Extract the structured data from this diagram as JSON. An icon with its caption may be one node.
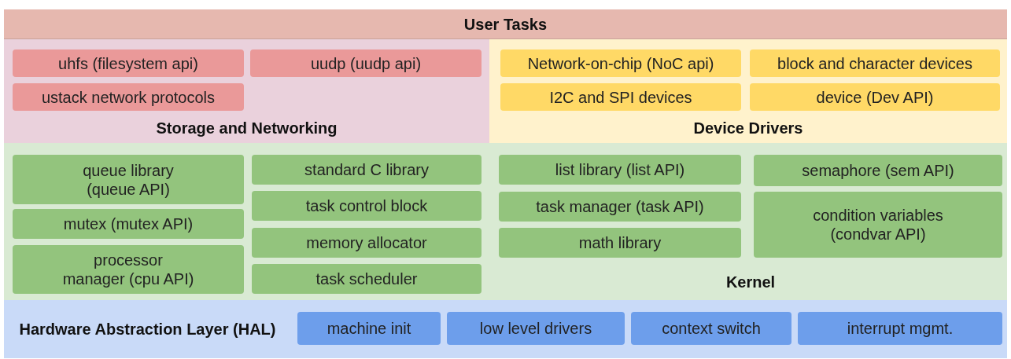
{
  "diagram": {
    "nodes": [
      {
        "text": [
          "User Tasks"
        ]
      },
      {
        "text": [
          "Storage and Networking"
        ]
      },
      {
        "text": [
          "uhfs (filesystem api)"
        ],
        "in": 1
      },
      {
        "text": [
          "uudp (uudp api)"
        ],
        "in": 1
      },
      {
        "text": [
          "ustack network protocols"
        ],
        "in": 1
      },
      {
        "text": [
          "Device Drivers"
        ]
      },
      {
        "text": [
          "Network-on-chip (NoC api)"
        ],
        "in": 5
      },
      {
        "text": [
          "block and character devices"
        ],
        "in": 5
      },
      {
        "text": [
          "I2C and SPI devices"
        ],
        "in": 5
      },
      {
        "text": [
          "device (Dev API)"
        ],
        "in": 5
      },
      {
        "text": [
          "Kernel"
        ]
      },
      {
        "text": [
          "queue library (queue API)"
        ],
        "in": 10
      },
      {
        "text": [
          "standard C library"
        ],
        "in": 10
      },
      {
        "text": [
          "list library (list API)"
        ],
        "in": 10
      },
      {
        "text": [
          "semaphore (sem API)"
        ],
        "in": 10
      },
      {
        "text": [
          "mutex (mutex API)"
        ],
        "in": 10
      },
      {
        "text": [
          "task control block"
        ],
        "in": 10
      },
      {
        "text": [
          "task manager (task API)"
        ],
        "in": 10
      },
      {
        "text": [
          "condition variables (condvar API)"
        ],
        "in": 10
      },
      {
        "text": [
          "processor manager (cpu API)"
        ],
        "in": 10
      },
      {
        "text": [
          "memory allocator"
        ],
        "in": 10
      },
      {
        "text": [
          "math library"
        ],
        "in": 10
      },
      {
        "text": [
          "task scheduler"
        ],
        "in": 10
      },
      {
        "text": [
          "Hardware Abstraction Layer (HAL)"
        ]
      },
      {
        "text": [
          "machine init"
        ],
        "in": 23
      },
      {
        "text": [
          "low level drivers"
        ],
        "in": 23
      },
      {
        "text": [
          "context switch"
        ],
        "in": 23
      },
      {
        "text": [
          "interrupt mgmt."
        ],
        "in": 23
      }
    ]
  }
}
